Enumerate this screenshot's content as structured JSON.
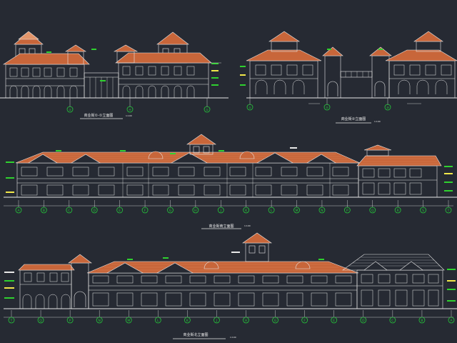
{
  "colors": {
    "background": "#262a33",
    "line": "#e8e8e8",
    "roof": "#c8663a",
    "roof_light": "#e3956a",
    "accent_green": "#2fd12f",
    "accent_yellow": "#f2e84a",
    "axis_green": "#24c93a",
    "title_text": "#f0f0f0"
  },
  "drawings": [
    {
      "id": "elevation-1",
      "title": "商业街①-①立面图",
      "scale": "1:100",
      "axis_labels": [
        "②",
        "④",
        "①"
      ]
    },
    {
      "id": "elevation-2",
      "title": "商业街②立面图",
      "scale": "1:100",
      "axis_labels": [
        "①",
        "⑤",
        "⑩"
      ]
    },
    {
      "id": "elevation-3",
      "title": "商业街南立面图",
      "scale": "1:100",
      "axis_labels": [
        "A",
        "B",
        "C",
        "D",
        "E",
        "F",
        "G",
        "H",
        "J",
        "K",
        "L",
        "M",
        "N",
        "P",
        "Q",
        "R",
        "S",
        "T"
      ]
    },
    {
      "id": "elevation-4",
      "title": "商业街北立面图",
      "scale": "1:100",
      "axis_labels": [
        "T",
        "Q",
        "P",
        "N",
        "M",
        "L",
        "K",
        "J",
        "H",
        "G",
        "F",
        "E",
        "D",
        "C",
        "B",
        "A"
      ]
    }
  ]
}
